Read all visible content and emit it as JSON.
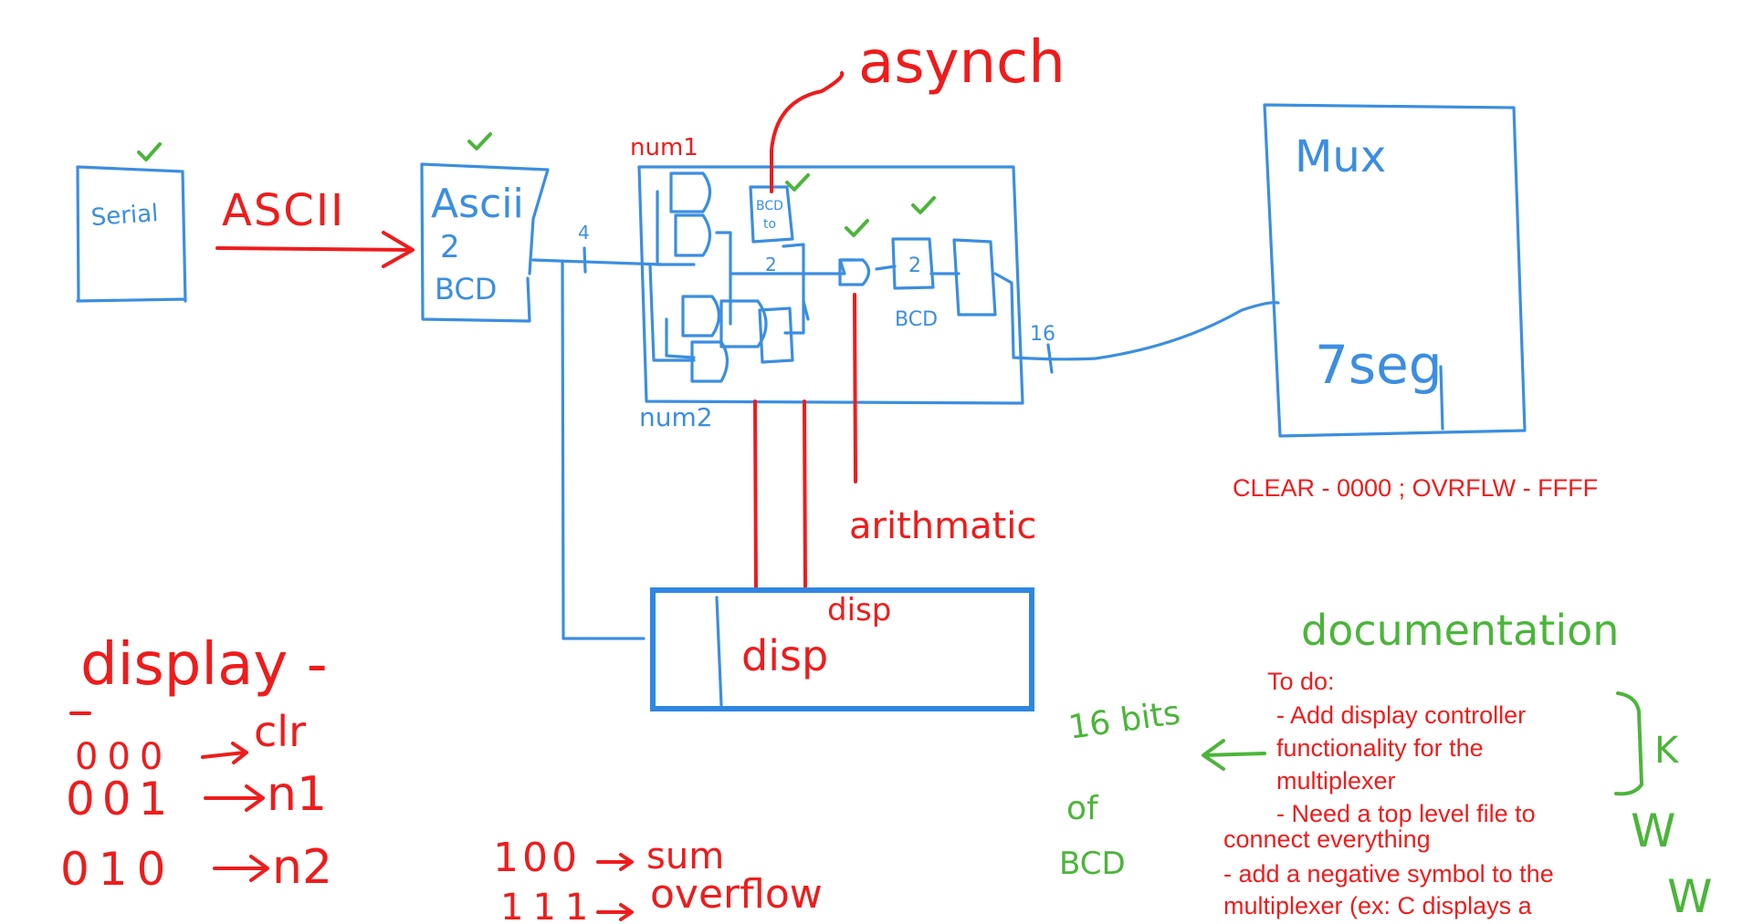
{
  "colors": {
    "blue": "#3b8ee0",
    "red": "#ee1c1c",
    "green": "#4bb53a"
  },
  "blocks": {
    "serial": {
      "label": "Serial",
      "done": true
    },
    "ascii2bcd": {
      "line1": "Ascii",
      "line2": "2",
      "line3": "BCD",
      "done": true
    },
    "arith": {
      "top_label": "num1",
      "bottom_label": "num2"
    },
    "mux": {
      "line1": "Mux",
      "line2": "7seg"
    },
    "disp": {
      "inner_label": "disp"
    }
  },
  "wires": {
    "ascii_label": "ASCII",
    "bus_width_4": "4",
    "bus_width_16": "16"
  },
  "inner_components": {
    "bcd_to_2": {
      "l1": "BCD",
      "l2": "to",
      "l3": "2"
    },
    "two_to_bcd": {
      "l1": "2",
      "l2": "BCD"
    }
  },
  "annotations": {
    "asynch": "asynch",
    "arithmatic": "arithmatic",
    "disp_label": "disp",
    "clear_note": "CLEAR - 0000 ; OVRFLW - FFFF",
    "documentation": "documentation",
    "sixteen_bits_l1": "16 bits",
    "sixteen_bits_l2": "of",
    "sixteen_bits_l3": "BCD"
  },
  "display_codes": {
    "title": "display -",
    "rows": [
      {
        "code": "000",
        "meaning": "clr"
      },
      {
        "code": "001",
        "meaning": "n1"
      },
      {
        "code": "010",
        "meaning": "n2"
      },
      {
        "code": "100",
        "meaning": "sum"
      },
      {
        "code": "111",
        "meaning": "overflow"
      }
    ]
  },
  "todo": {
    "title": "To do:",
    "lines": [
      "- Add display controller",
      "functionality for the",
      "multiplexer",
      "- Need a top level file to",
      "connect everything",
      "- add a negative symbol to the",
      "multiplexer (ex: C displays a"
    ],
    "marks": [
      "K",
      "W",
      "W"
    ]
  }
}
